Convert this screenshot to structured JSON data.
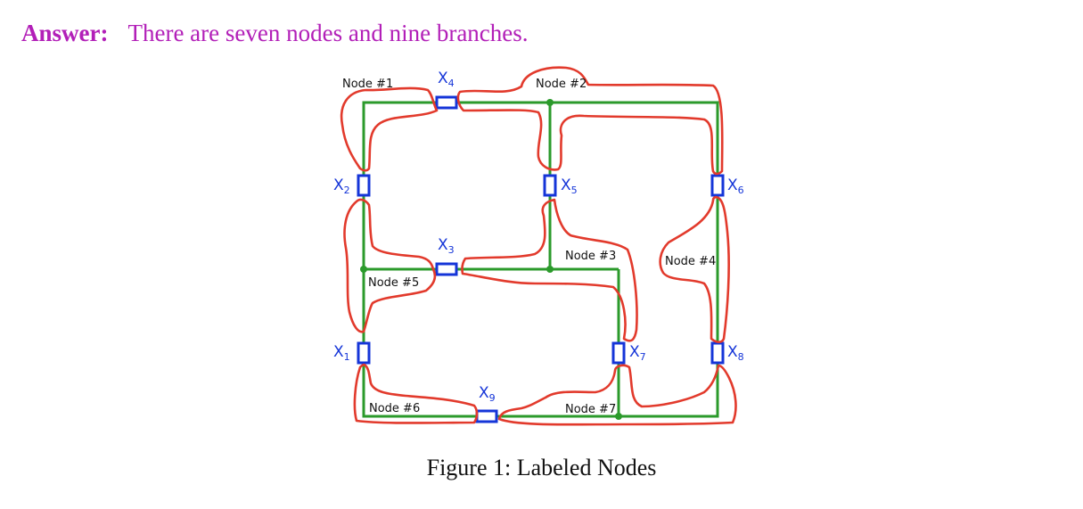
{
  "answer": {
    "label": "Answer:",
    "text": "There are seven nodes and nine branches."
  },
  "figure": {
    "caption": "Figure 1: Labeled Nodes",
    "nodes": [
      "Node #1",
      "Node #2",
      "Node #3",
      "Node #4",
      "Node #5",
      "Node #6",
      "Node #7"
    ],
    "resistors": [
      {
        "letter": "X",
        "sub": "1"
      },
      {
        "letter": "X",
        "sub": "2"
      },
      {
        "letter": "X",
        "sub": "3"
      },
      {
        "letter": "X",
        "sub": "4"
      },
      {
        "letter": "X",
        "sub": "5"
      },
      {
        "letter": "X",
        "sub": "6"
      },
      {
        "letter": "X",
        "sub": "7"
      },
      {
        "letter": "X",
        "sub": "8"
      },
      {
        "letter": "X",
        "sub": "9"
      }
    ],
    "colors": {
      "answer_text": "#b21fb8",
      "wire": "#2b9a2b",
      "resistor": "#1535d8",
      "node_outline": "#e23a2c"
    }
  }
}
